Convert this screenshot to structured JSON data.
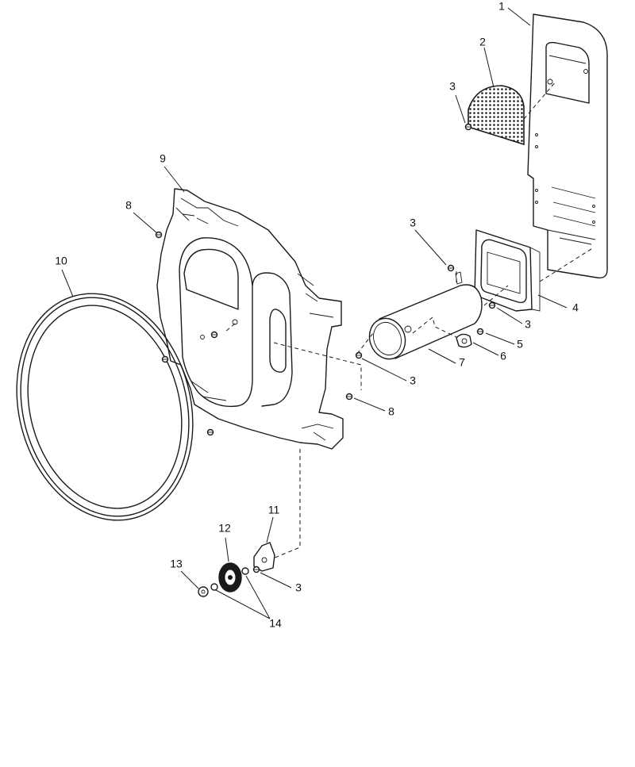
{
  "callouts": [
    {
      "id": "c1",
      "text": "1"
    },
    {
      "id": "c2",
      "text": "2"
    },
    {
      "id": "c3a",
      "text": "3"
    },
    {
      "id": "c3b",
      "text": "3"
    },
    {
      "id": "c3c",
      "text": "3"
    },
    {
      "id": "c3d",
      "text": "3"
    },
    {
      "id": "c3e",
      "text": "3"
    },
    {
      "id": "c4",
      "text": "4"
    },
    {
      "id": "c5",
      "text": "5"
    },
    {
      "id": "c6",
      "text": "6"
    },
    {
      "id": "c7",
      "text": "7"
    },
    {
      "id": "c8a",
      "text": "8"
    },
    {
      "id": "c8b",
      "text": "8"
    },
    {
      "id": "c9",
      "text": "9"
    },
    {
      "id": "c10",
      "text": "10"
    },
    {
      "id": "c11",
      "text": "11"
    },
    {
      "id": "c12",
      "text": "12"
    },
    {
      "id": "c13",
      "text": "13"
    },
    {
      "id": "c14",
      "text": "14"
    }
  ]
}
